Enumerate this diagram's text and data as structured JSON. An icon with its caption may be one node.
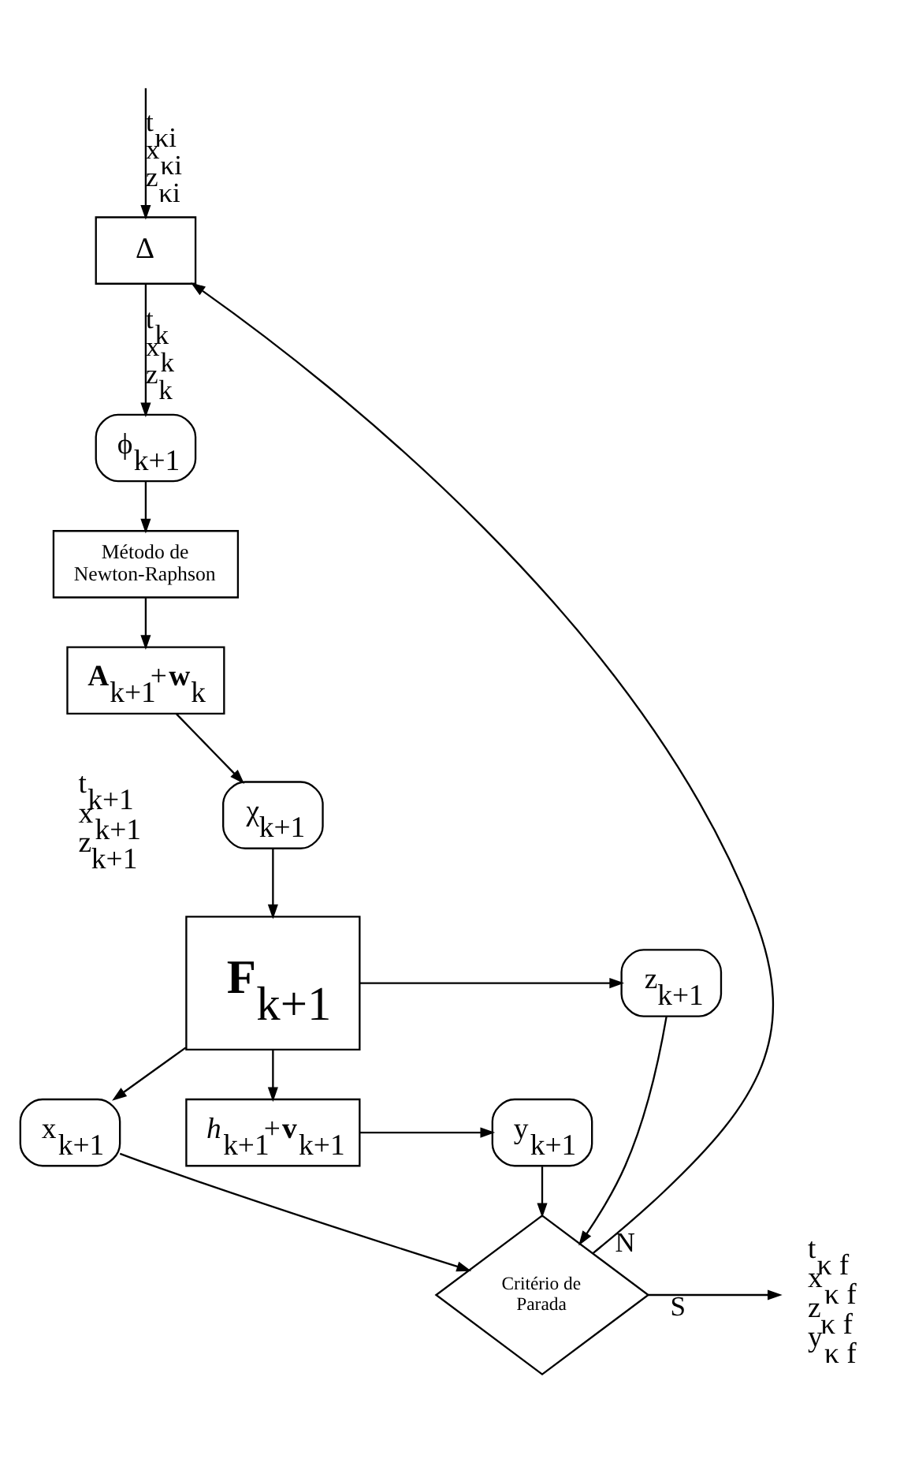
{
  "diagram": {
    "nodes": [
      {
        "text": [
          "Δ"
        ]
      },
      {
        "text": [
          "ϕ$_{k+1}$"
        ]
      },
      {
        "text": [
          "Método de Newton-Raphson"
        ]
      },
      {
        "text": [
          "**A**$_{k+1}$+**w**$_{k}$"
        ]
      },
      {
        "text": [
          "χ$_{k+1}$"
        ]
      },
      {
        "text": [
          "**F**$_{k+1}$"
        ]
      },
      {
        "text": [
          "*h*$_{k+1}$+**v**$_{k+1}$"
        ]
      },
      {
        "text": [
          "z$_{k+1}$"
        ]
      },
      {
        "text": [
          "x$_{k+1}$"
        ]
      },
      {
        "text": [
          "y$_{k+1}$"
        ]
      },
      {
        "text": [
          "Critério de Parada"
        ]
      },
      {
        "text": [
          "t$_{κ f}$ x$_{κ f}$ z$_{κ f}$ y$_{κ f}$"
        ]
      }
    ],
    "edges": [
      {
        "from": null,
        "to": 0,
        "arrow": "to",
        "label": "t$_{κi}$ x$_{κi}$ z$_{κi}$"
      },
      {
        "from": 0,
        "to": 1,
        "arrow": "to",
        "label": "t$_{k}$ x$_{k}$ z$_{k}$"
      },
      {
        "from": 1,
        "to": 2,
        "arrow": "to"
      },
      {
        "from": 2,
        "to": 3,
        "arrow": "to"
      },
      {
        "from": 3,
        "to": 4,
        "arrow": "to"
      },
      {
        "from": 4,
        "to": 5,
        "arrow": "to"
      },
      {
        "from": 5,
        "to": 6,
        "arrow": "to"
      },
      {
        "from": 5,
        "to": 7,
        "arrow": "to"
      },
      {
        "from": 5,
        "to": 8,
        "arrow": "to"
      },
      {
        "from": 6,
        "to": 9,
        "arrow": "to"
      },
      {
        "from": 7,
        "to": 10,
        "arrow": "to"
      },
      {
        "from": 8,
        "to": 10,
        "arrow": "to"
      },
      {
        "from": 9,
        "to": 10,
        "arrow": "to"
      },
      {
        "from": 10,
        "to": 0,
        "arrow": "to",
        "label": "N"
      },
      {
        "from": 10,
        "to": 11,
        "arrow": "to",
        "label": "S"
      }
    ],
    "labels": [
      "t$_{k+1}$ x$_{k+1}$ z$_{k+1}$"
    ]
  }
}
